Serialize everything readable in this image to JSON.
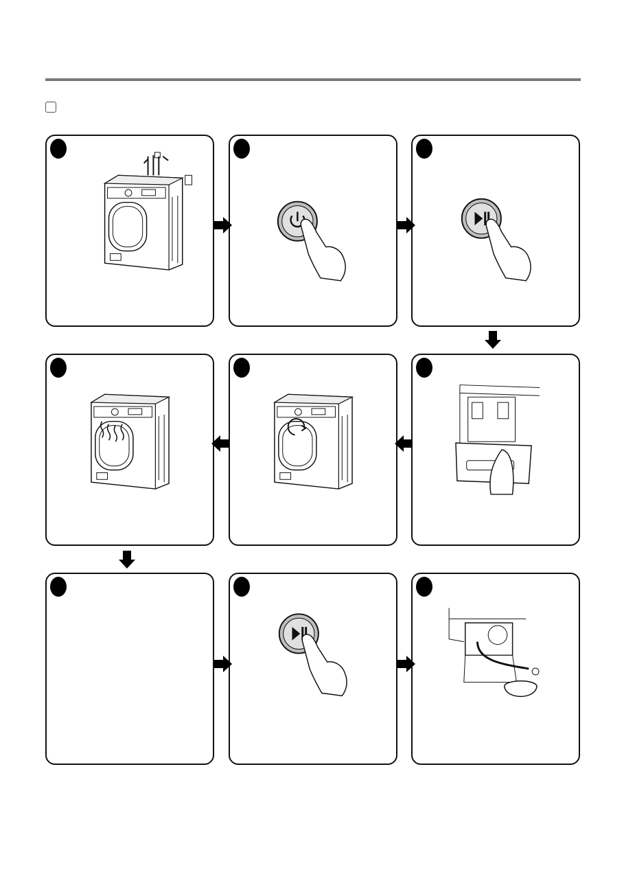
{
  "colors": {
    "rule": "#7a7a7a",
    "ink": "#111111",
    "button_fill": "#d9d9d9"
  },
  "steps": [
    {
      "illustration": "washer-connected-icon"
    },
    {
      "illustration": "power-button-press-icon"
    },
    {
      "illustration": "start-pause-button-press-icon"
    },
    {
      "illustration": "detergent-drawer-icon"
    },
    {
      "illustration": "washer-drum-rotating-icon"
    },
    {
      "illustration": "washer-vibrating-icon"
    },
    {
      "illustration": "blank"
    },
    {
      "illustration": "start-pause-button-press-icon"
    },
    {
      "illustration": "drain-filter-bowl-icon"
    }
  ],
  "flow_arrows": [
    "right",
    "right",
    "down",
    "left",
    "left",
    "down",
    "right",
    "right"
  ]
}
